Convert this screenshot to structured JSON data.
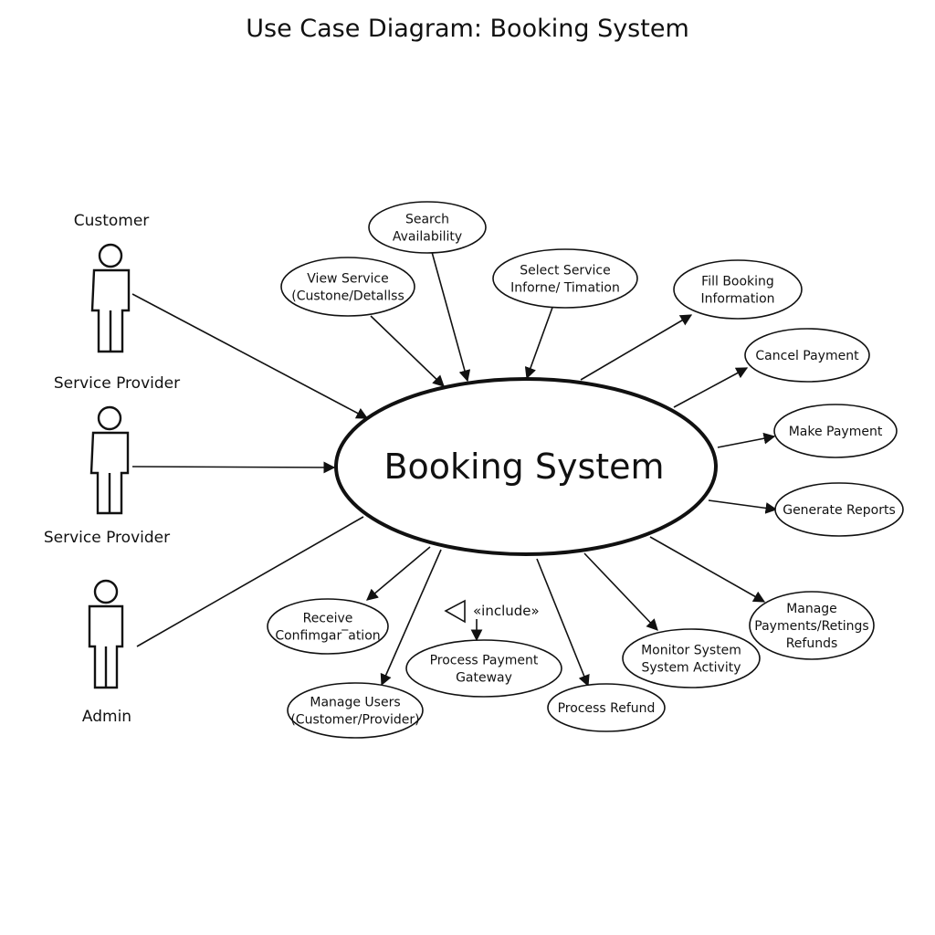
{
  "title": "Use Case Diagram: Booking System",
  "system": {
    "label": "Booking System"
  },
  "actors": [
    {
      "id": "customer",
      "label": "Customer"
    },
    {
      "id": "service-provider",
      "label": "Service Provider"
    },
    {
      "id": "service-provider-2",
      "label": "Service Provider"
    },
    {
      "id": "admin",
      "label": "Admin"
    }
  ],
  "use_cases": [
    {
      "id": "search-availability",
      "lines": [
        "Search",
        "Availability"
      ]
    },
    {
      "id": "view-service",
      "lines": [
        "View Service",
        "(Custone/Detallss"
      ]
    },
    {
      "id": "select-service",
      "lines": [
        "Select Service",
        "Inforne/ Timation"
      ]
    },
    {
      "id": "fill-booking",
      "lines": [
        "Fill Booking",
        "Information"
      ]
    },
    {
      "id": "cancel-payment",
      "lines": [
        "Cancel Payment"
      ]
    },
    {
      "id": "make-payment",
      "lines": [
        "Make Payment"
      ]
    },
    {
      "id": "generate-reports",
      "lines": [
        "Generate Reports"
      ]
    },
    {
      "id": "manage-payments",
      "lines": [
        "Manage",
        "Payments/Retings",
        "Refunds"
      ]
    },
    {
      "id": "monitor-system",
      "lines": [
        "Monitor System",
        "System Activity"
      ]
    },
    {
      "id": "process-refund",
      "lines": [
        "Process Refund"
      ]
    },
    {
      "id": "process-payment-gateway",
      "lines": [
        "Process Payment",
        "Gateway"
      ]
    },
    {
      "id": "receive-confirmation",
      "lines": [
        "Receive",
        "Confimgar‾ation"
      ]
    },
    {
      "id": "manage-users",
      "lines": [
        "Manage Users",
        "(Customer/Provider)"
      ]
    }
  ],
  "include_label": "«include»"
}
